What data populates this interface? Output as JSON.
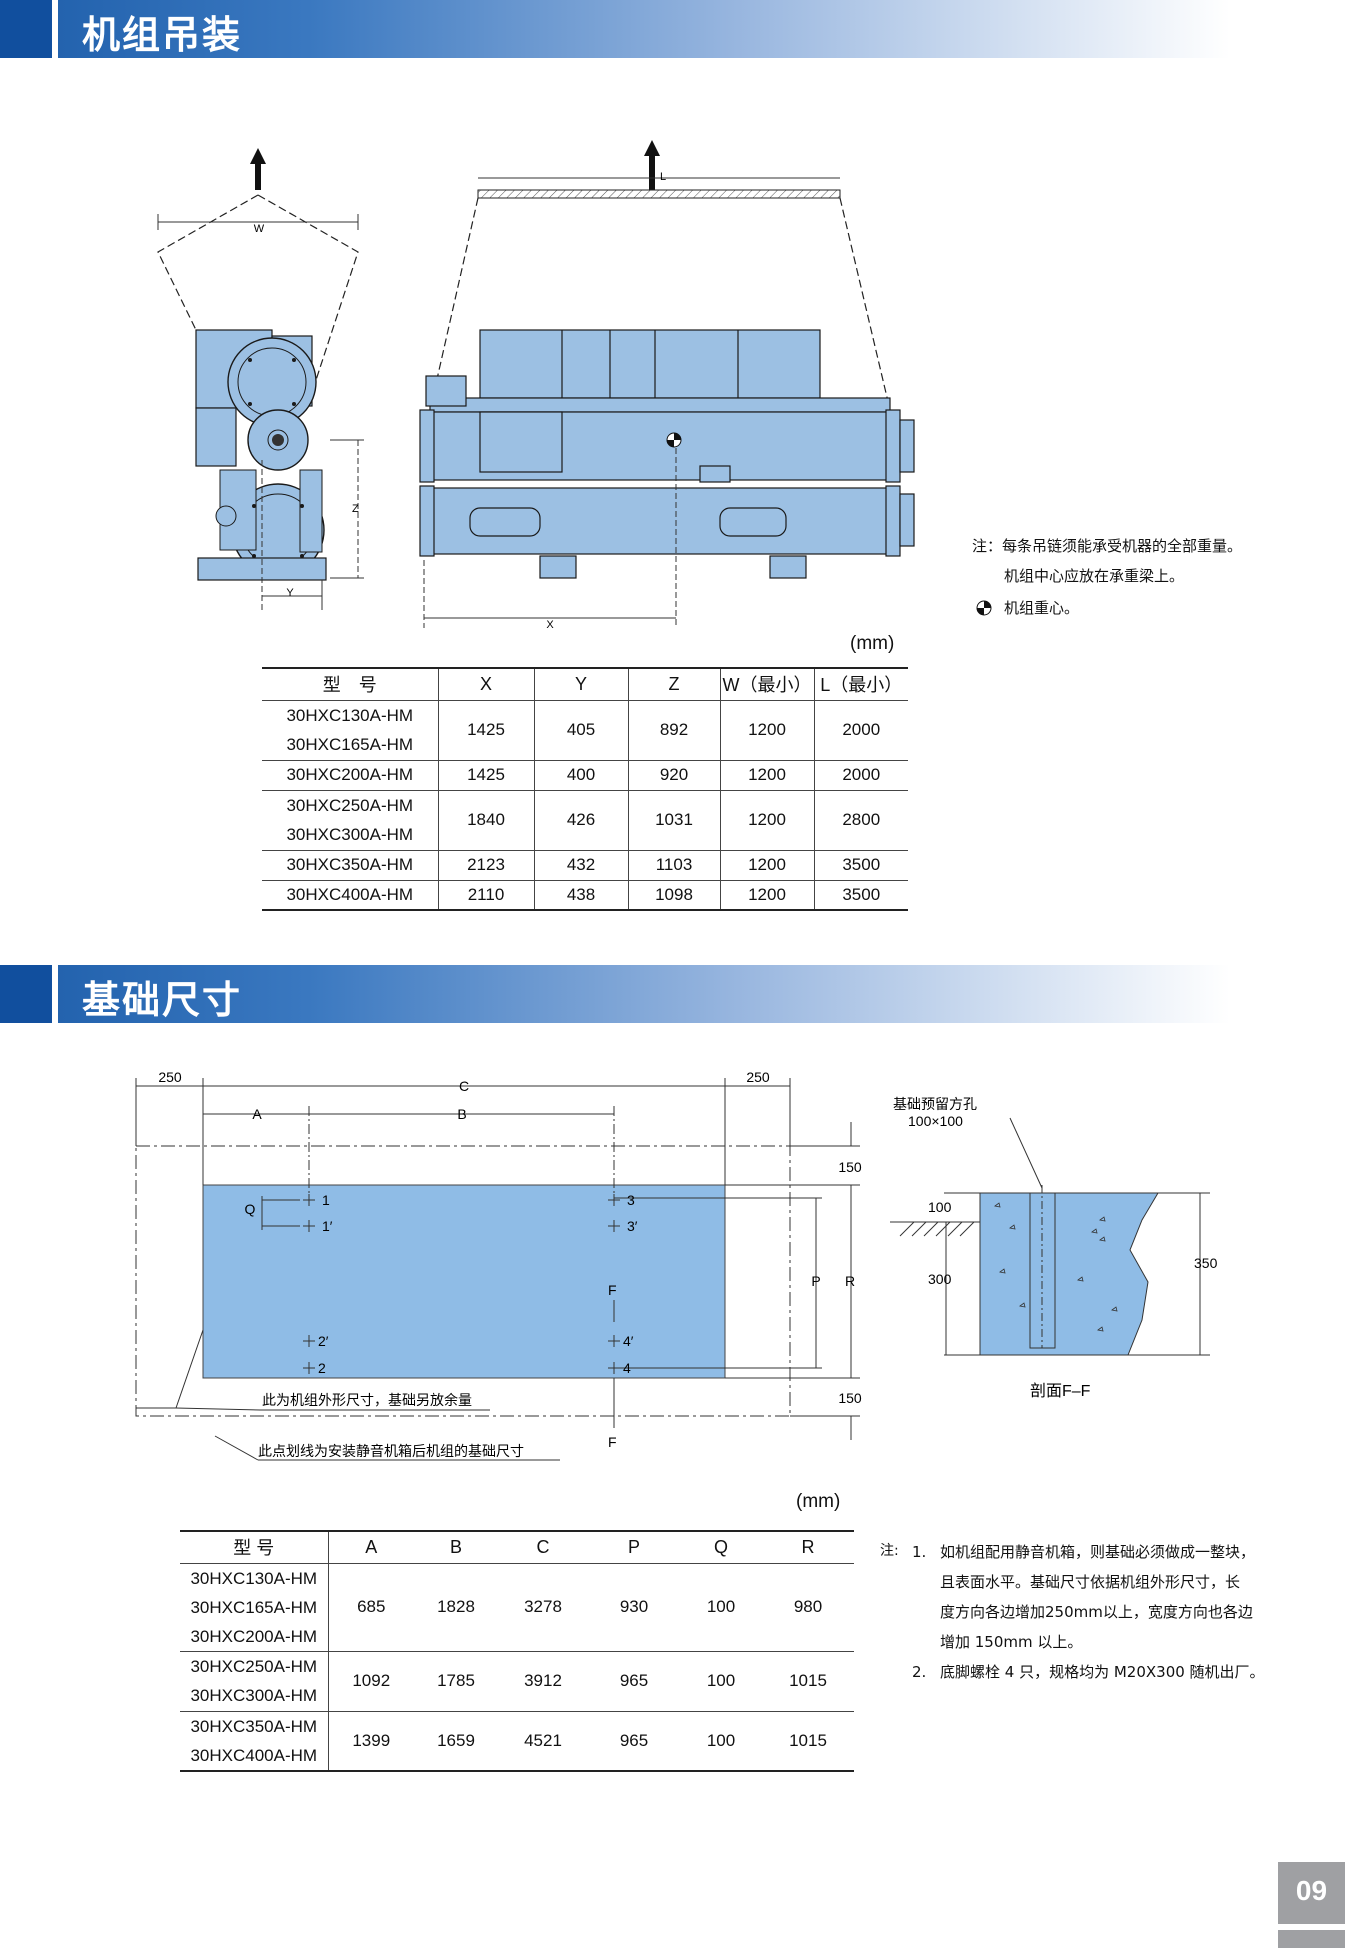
{
  "section1": {
    "title": "机组吊装",
    "diagram_labels": {
      "w": "W",
      "l": "L",
      "z": "Z",
      "y": "Y",
      "x": "X"
    },
    "notes": [
      "注：每条吊链须能承受机器的全部重量。",
      "机组中心应放在承重梁上。",
      "机组重心。"
    ],
    "unit": "(mm)",
    "table": {
      "headers": [
        "型　号",
        "X",
        "Y",
        "Z",
        "W（最小）",
        "L（最小）"
      ],
      "rows": [
        {
          "models": [
            "30HXC130A-HM",
            "30HXC165A-HM"
          ],
          "x": "1425",
          "y": "405",
          "z": "892",
          "w": "1200",
          "l": "2000"
        },
        {
          "models": [
            "30HXC200A-HM"
          ],
          "x": "1425",
          "y": "400",
          "z": "920",
          "w": "1200",
          "l": "2000"
        },
        {
          "models": [
            "30HXC250A-HM",
            "30HXC300A-HM"
          ],
          "x": "1840",
          "y": "426",
          "z": "1031",
          "w": "1200",
          "l": "2800"
        },
        {
          "models": [
            "30HXC350A-HM"
          ],
          "x": "2123",
          "y": "432",
          "z": "1103",
          "w": "1200",
          "l": "3500"
        },
        {
          "models": [
            "30HXC400A-HM"
          ],
          "x": "2110",
          "y": "438",
          "z": "1098",
          "w": "1200",
          "l": "3500"
        }
      ]
    }
  },
  "section2": {
    "title": "基础尺寸",
    "plan_labels": {
      "d250_left": "250",
      "c": "C",
      "d250_right": "250",
      "a": "A",
      "b": "B",
      "d150_top": "150",
      "d150_bottom": "150",
      "q": "Q",
      "p": "P",
      "r": "R",
      "f_top": "F",
      "f_bottom": "F",
      "p1": "1",
      "p1b": "1′",
      "p2": "2",
      "p2b": "2′",
      "p3": "3",
      "p3b": "3′",
      "p4": "4",
      "p4b": "4′",
      "callout1": "此为机组外形尺寸，基础另放余量",
      "callout2": "此点划线为安装静音机箱后机组的基础尺寸"
    },
    "section_labels": {
      "hole_title": "基础预留方孔",
      "hole_size": "100×100",
      "d100": "100",
      "d300": "300",
      "d350": "350",
      "caption": "剖面F–F"
    },
    "unit": "(mm)",
    "table": {
      "headers": [
        "型 号",
        "A",
        "B",
        "C",
        "P",
        "Q",
        "R"
      ],
      "rows": [
        {
          "models": [
            "30HXC130A-HM",
            "30HXC165A-HM",
            "30HXC200A-HM"
          ],
          "a": "685",
          "b": "1828",
          "c": "3278",
          "p": "930",
          "q": "100",
          "r": "980"
        },
        {
          "models": [
            "30HXC250A-HM",
            "30HXC300A-HM"
          ],
          "a": "1092",
          "b": "1785",
          "c": "3912",
          "p": "965",
          "q": "100",
          "r": "1015"
        },
        {
          "models": [
            "30HXC350A-HM",
            "30HXC400A-HM"
          ],
          "a": "1399",
          "b": "1659",
          "c": "4521",
          "p": "965",
          "q": "100",
          "r": "1015"
        }
      ]
    },
    "notes": {
      "label": "注:",
      "n1_num": "1.",
      "n1_lines": [
        "如机组配用静音机箱，则基础必须做成一整块，",
        "且表面水平。基础尺寸依据机组外形尺寸，长",
        "度方向各边增加250mm以上，宽度方向也各边",
        "增加 150mm 以上。"
      ],
      "n2_num": "2.",
      "n2_line": "底脚螺栓 4 只，规格均为 M20X300 随机出厂。"
    }
  },
  "page_number": "09",
  "colors": {
    "banner": "#1e5eaa",
    "machine": "#9cc0e3",
    "foundation": "#8fbce6",
    "page_tab": "#9fa0a3"
  }
}
